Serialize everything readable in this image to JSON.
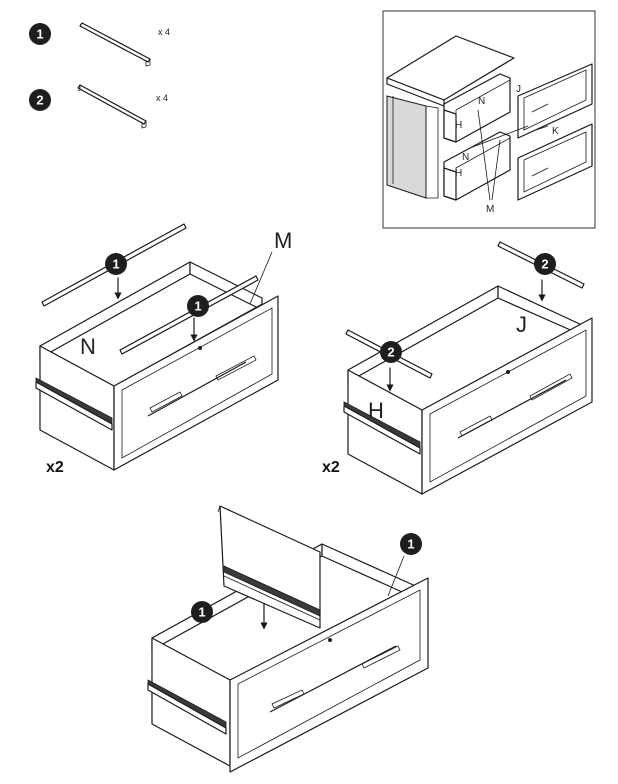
{
  "parts": [
    {
      "badge": "1",
      "qty": "x 4"
    },
    {
      "badge": "2",
      "qty": "x 4"
    }
  ],
  "overview": {
    "labels": {
      "n": "N",
      "j": "J",
      "h": "H",
      "k": "K",
      "n2": "N",
      "h2": "H",
      "m": "M"
    }
  },
  "step_left": {
    "badge_a": "1",
    "badge_b": "1",
    "panel_label": "N",
    "callout": "M",
    "multiplier": "x2"
  },
  "step_right": {
    "badge_a": "2",
    "badge_b": "2",
    "panel_label_back": "J",
    "panel_label_side": "H",
    "multiplier": "x2"
  },
  "step_bottom": {
    "badge_a": "1",
    "badge_b": "1"
  }
}
